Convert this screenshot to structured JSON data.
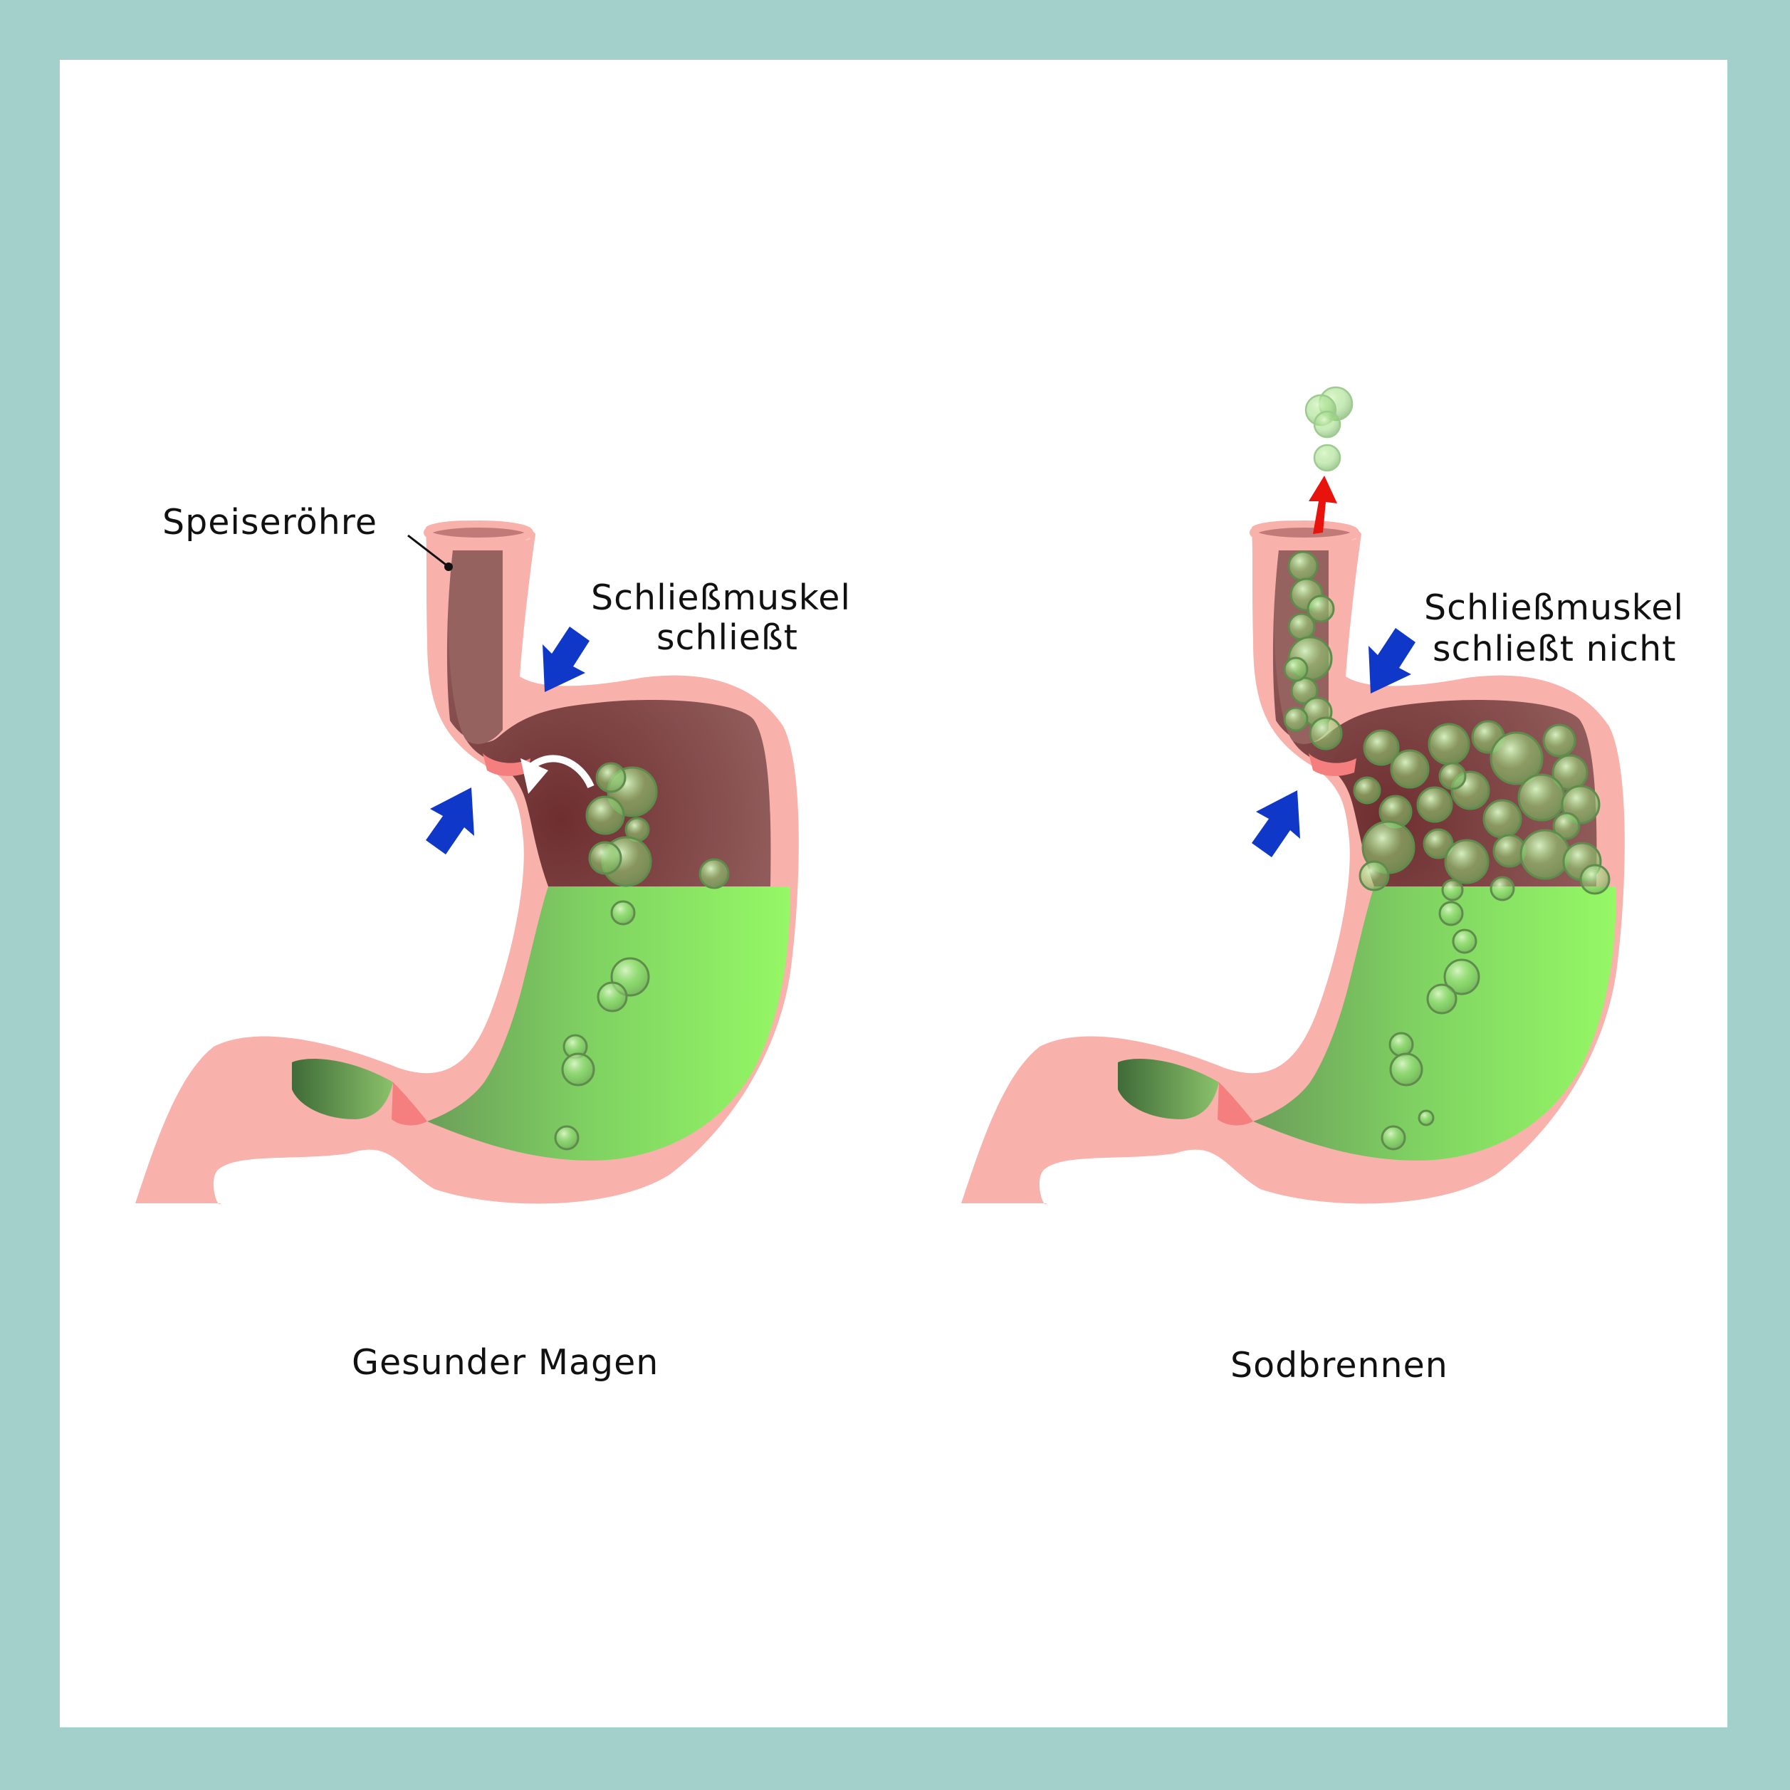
{
  "colors": {
    "border": "#a4d0cb",
    "background": "#ffffff",
    "wall": "#f8b1ab",
    "cavity": "#905f5c",
    "acid": "#8fee68",
    "arrow": "#1038c8",
    "reflux_arrow": "#e8130c"
  },
  "labels": {
    "esophagus": "Speiseröhre",
    "healthy_muscle_line1": "Schließmuskel",
    "healthy_muscle_line2": "schließt",
    "reflux_muscle_line1": "Schließmuskel",
    "reflux_muscle_line2": "schließt nicht",
    "healthy_caption": "Gesunder Magen",
    "reflux_caption": "Sodbrennen"
  },
  "icons": [
    "pressure-arrow-icon",
    "backflow-arrow-icon",
    "reflux-arrow-icon",
    "bubble-icon"
  ]
}
